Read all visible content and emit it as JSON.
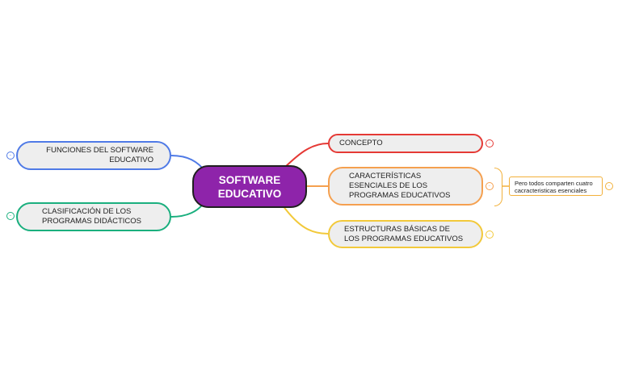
{
  "root": {
    "label": "SOFTWARE EDUCATIVO",
    "color": "#8e24aa"
  },
  "branches": [
    {
      "id": "concepto",
      "label": "CONCEPTO",
      "color": "#e53935"
    },
    {
      "id": "caracteristicas",
      "label": "CARACTERÍSTICAS ESENCIALES DE LOS PROGRAMAS EDUCATIVOS",
      "color": "#f5a04f"
    },
    {
      "id": "estructuras",
      "label": "ESTRUCTURAS BÁSICAS DE LOS PROGRAMAS EDUCATIVOS",
      "color": "#f2c93a"
    },
    {
      "id": "funciones",
      "label": "FUNCIONES DEL SOFTWARE EDUCATIVO",
      "color": "#4f7ae6"
    },
    {
      "id": "clasificacion",
      "label": "CLASIFICACIÓN DE LOS PROGRAMAS DIDÁCTICOS",
      "color": "#1aaf7e"
    }
  ],
  "note": {
    "label": "Pero todos comparten cuatro cacracteristicas esenciales",
    "color": "#f2b03a"
  }
}
